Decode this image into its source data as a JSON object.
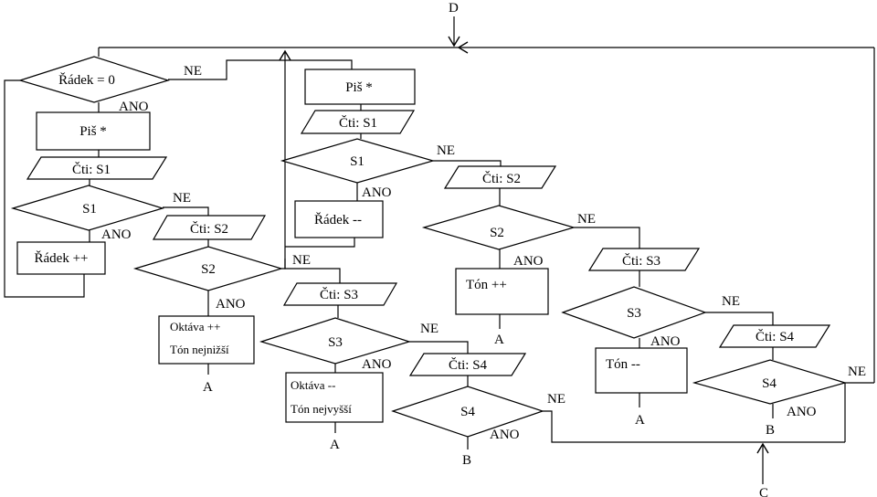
{
  "nodes": {
    "radek_eq0": "Řádek = 0",
    "pis_star_1": "Piš *",
    "cti_s1_1": "Čti: S1",
    "s1_dec_1": "S1",
    "radek_pp": "Řádek ++",
    "cti_s2_1": "Čti: S2",
    "s2_dec_1": "S2",
    "oktava_pp": "Oktáva ++",
    "ton_nejnizsi": "Tón nejnižší",
    "pis_star_2": "Piš *",
    "cti_s1_2": "Čti: S1",
    "s1_dec_2": "S1",
    "radek_mm": "Řádek --",
    "cti_s3_1": "Čti: S3",
    "s3_dec_1": "S3",
    "oktava_mm": "Oktáva --",
    "ton_nejvyssi": "Tón nejvyšší",
    "cti_s2_2": "Čti: S2",
    "s2_dec_2": "S2",
    "ton_pp": "Tón ++",
    "cti_s4_1": "Čti: S4",
    "s4_dec_1": "S4",
    "cti_s3_2": "Čti: S3",
    "s3_dec_2": "S3",
    "ton_mm": "Tón --",
    "cti_s4_2": "Čti: S4",
    "s4_dec_2": "S4"
  },
  "branch_labels": {
    "yes": "ANO",
    "no": "NE"
  },
  "connectors": {
    "a": "A",
    "b": "B",
    "c": "C",
    "d": "D"
  }
}
